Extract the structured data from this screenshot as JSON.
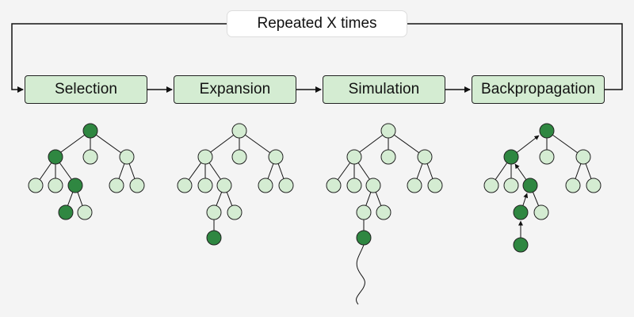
{
  "loop_label": "Repeated X times",
  "stages": [
    {
      "label": "Selection"
    },
    {
      "label": "Expansion"
    },
    {
      "label": "Simulation"
    },
    {
      "label": "Backpropagation"
    }
  ],
  "colors": {
    "node_light": "#d4ecd2",
    "node_dark": "#2f8741",
    "stroke": "#222222",
    "background": "#f4f4f4"
  }
}
